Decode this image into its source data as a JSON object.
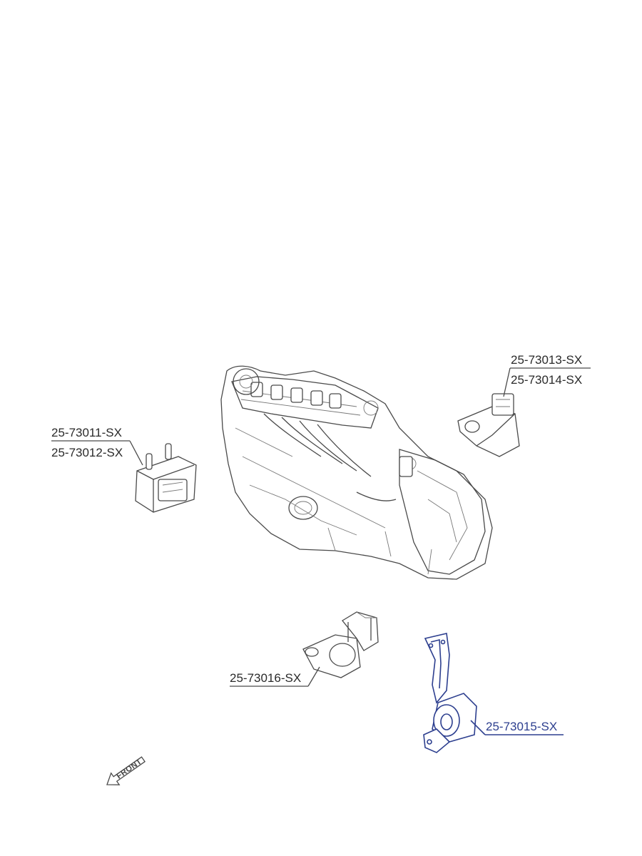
{
  "diagram": {
    "parts": [
      {
        "id": "mount-left",
        "part_numbers": [
          "25-73011-SX",
          "25-73012-SX"
        ]
      },
      {
        "id": "mount-right",
        "part_numbers": [
          "25-73013-SX",
          "25-73014-SX"
        ]
      },
      {
        "id": "mount-center-lower",
        "part_numbers": [
          "25-73016-SX"
        ]
      },
      {
        "id": "mount-rear-bracket",
        "part_numbers": [
          "25-73015-SX"
        ],
        "highlight_color": "#2d3f8f"
      }
    ],
    "direction_marker": "FRONT",
    "line_color": "#4a4a4a",
    "highlight_color": "#2d3f8f"
  }
}
